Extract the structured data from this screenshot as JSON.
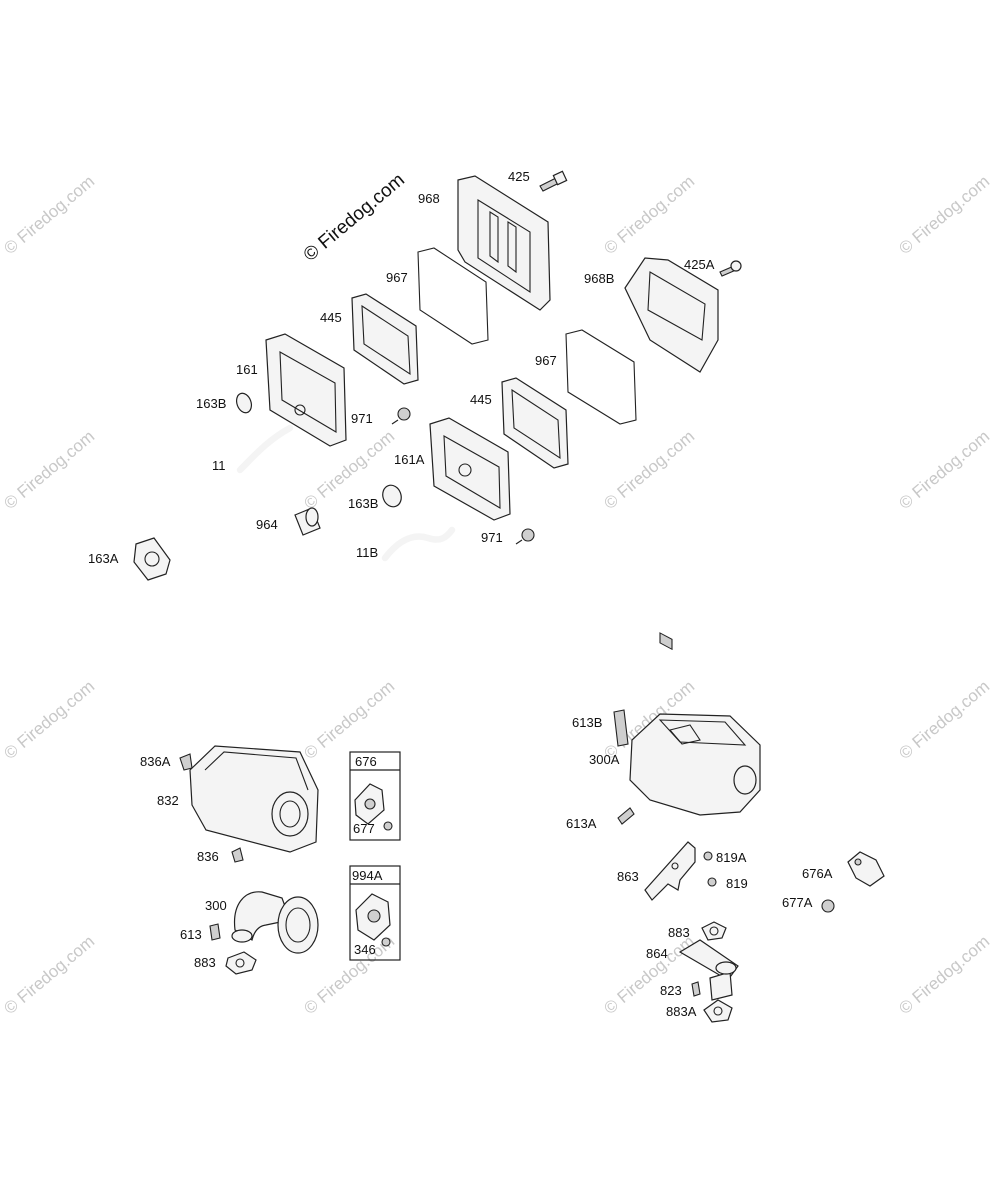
{
  "copyright": "© Firedog.com",
  "watermark": "© Firedog.com",
  "callouts": {
    "c425": "425",
    "c968": "968",
    "c967a": "967",
    "c445a": "445",
    "c161": "161",
    "c163b_a": "163B",
    "c971a": "971",
    "c11": "11",
    "c964": "964",
    "c163a": "163A",
    "c968b": "968B",
    "c425a": "425A",
    "c967b": "967",
    "c445b": "445",
    "c161a": "161A",
    "c163b_b": "163B",
    "c971b": "971",
    "c11b": "11B",
    "c836a": "836A",
    "c832": "832",
    "c836": "836",
    "c300": "300",
    "c613": "613",
    "c883a": "883",
    "c676": "676",
    "c677": "677",
    "c994a": "994A",
    "c346": "346",
    "c613b": "613B",
    "c300a": "300A",
    "c613a": "613A",
    "c863": "863",
    "c819a": "819A",
    "c819": "819",
    "c676a": "676A",
    "c677a": "677A",
    "c883b": "883",
    "c864": "864",
    "c823": "823",
    "c883A": "883A"
  }
}
